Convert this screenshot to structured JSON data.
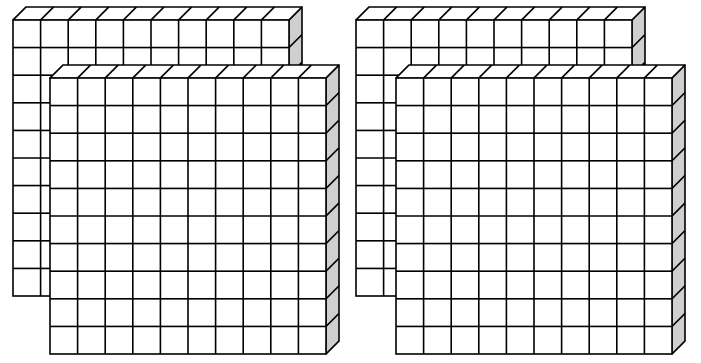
{
  "figure": {
    "kind": "base-ten hundred flats",
    "groups": [
      {
        "name": "left-group",
        "flats": 2,
        "rows": 10,
        "columns": 10
      },
      {
        "name": "right-group",
        "flats": 2,
        "rows": 10,
        "columns": 10
      }
    ],
    "total_flats": 4,
    "colors": {
      "face": "#ffffff",
      "side": "#cfcfcf",
      "line": "#000000",
      "background": "#ffffff"
    }
  }
}
